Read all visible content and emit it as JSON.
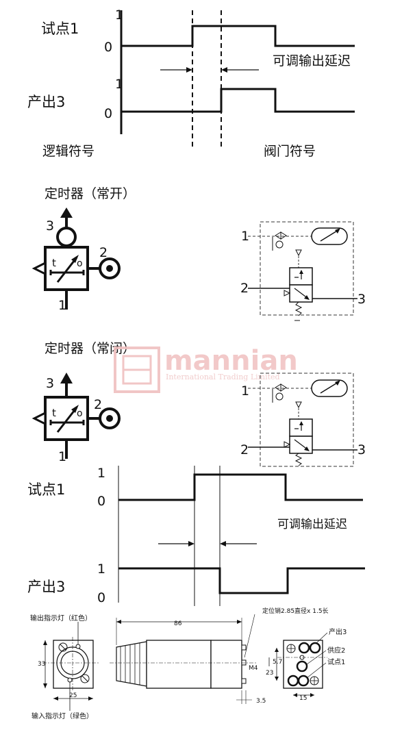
{
  "top_timing": {
    "input_label": "试点1",
    "output_label": "产出3",
    "input_level_high": "1",
    "input_level_low": "0",
    "output_level_high": "1",
    "output_level_low": "0",
    "delay_label": "可调输出延迟",
    "logic_symbol_label": "逻辑符号",
    "valve_symbol_label": "阀门符号"
  },
  "timer_normally_open": {
    "title": "定时器（常开）",
    "logic_port_out": "3",
    "logic_port_supply": "2",
    "logic_port_pilot": "1",
    "logic_t": "t",
    "logic_o": "o",
    "valve_port_1": "1",
    "valve_port_2": "2",
    "valve_port_3": "3"
  },
  "timer_normally_closed": {
    "title": "定时器（常闭）",
    "logic_port_out": "3",
    "logic_port_supply": "2",
    "logic_port_pilot": "1",
    "logic_t": "t",
    "logic_o": "o",
    "valve_port_1": "1",
    "valve_port_2": "2",
    "valve_port_3": "3"
  },
  "watermark": {
    "name": "mannian",
    "subtitle": "International Trading Limited",
    "color": "#e9a3a3"
  },
  "bottom_timing": {
    "input_label": "试点1",
    "output_label": "产出3",
    "input_level_high": "1",
    "input_level_low": "0",
    "output_level_high": "1",
    "output_level_low": "0",
    "delay_label": "可调输出延迟"
  },
  "dimension_drawing": {
    "output_led_label": "输出指示灯（红色）",
    "input_led_label": "输入指示灯（绿色）",
    "locating_pin_label": "定位销2.85直径x 1.5长",
    "dim_length": "86",
    "dim_height": "33",
    "dim_width": "25",
    "dim_thread": "M4",
    "dim_offset": "3.5",
    "dim_port_spacing": "5.7",
    "dim_port_height": "23",
    "dim_port_width": "15",
    "port_out_label": "产出3",
    "port_supply_label": "供应2",
    "port_pilot_label": "试点1"
  }
}
